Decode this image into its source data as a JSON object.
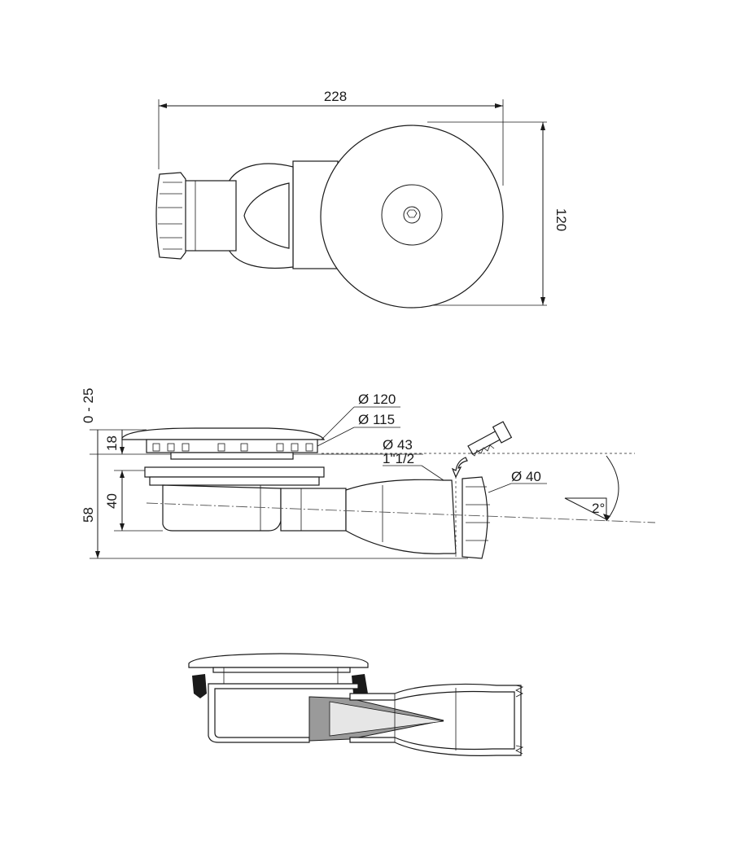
{
  "top_view": {
    "width_label": "228",
    "height_label": "120"
  },
  "side_view": {
    "range_label": "0 - 25",
    "h18_label": "18",
    "h40_label": "40",
    "h58_label": "58",
    "d120_label": "Ø 120",
    "d115_label": "Ø 115",
    "d43_label": "Ø 43",
    "thread_label": "1\"1/2",
    "d40_label": "Ø 40",
    "angle_label": "2°"
  },
  "colors": {
    "line": "#1a1a1a",
    "grey_fill": "#9a9a9a",
    "light_fill": "#e6e6e6"
  }
}
